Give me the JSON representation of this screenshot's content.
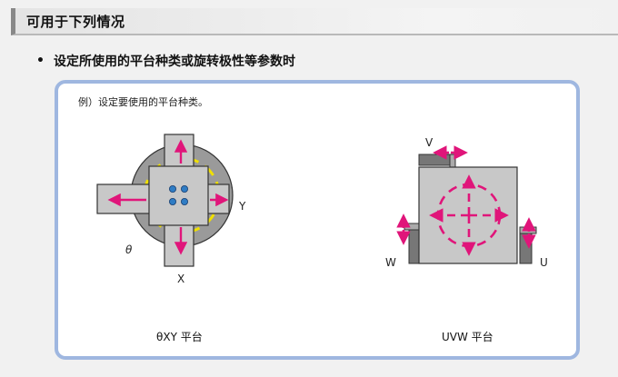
{
  "header": {
    "title": "可用于下列情况"
  },
  "bullet": {
    "marker": "•",
    "text": "设定所使用的平台种类或旋转极性等参数时"
  },
  "panel": {
    "example_note": "例）设定要使用的平台种类。",
    "theta_stage": {
      "caption": "θXY 平台",
      "labels": {
        "y": "Y",
        "x": "X",
        "theta": "θ"
      }
    },
    "uvw_stage": {
      "caption": "UVW 平台",
      "labels": {
        "v": "V",
        "w": "W",
        "u": "U"
      }
    }
  },
  "colors": {
    "arrow": "#e0157a",
    "stage_fill": "#c8c8c8",
    "ring_accent": "#f0e000",
    "panel_border": "#9fb7e0",
    "dot": "#2f7cc4"
  }
}
